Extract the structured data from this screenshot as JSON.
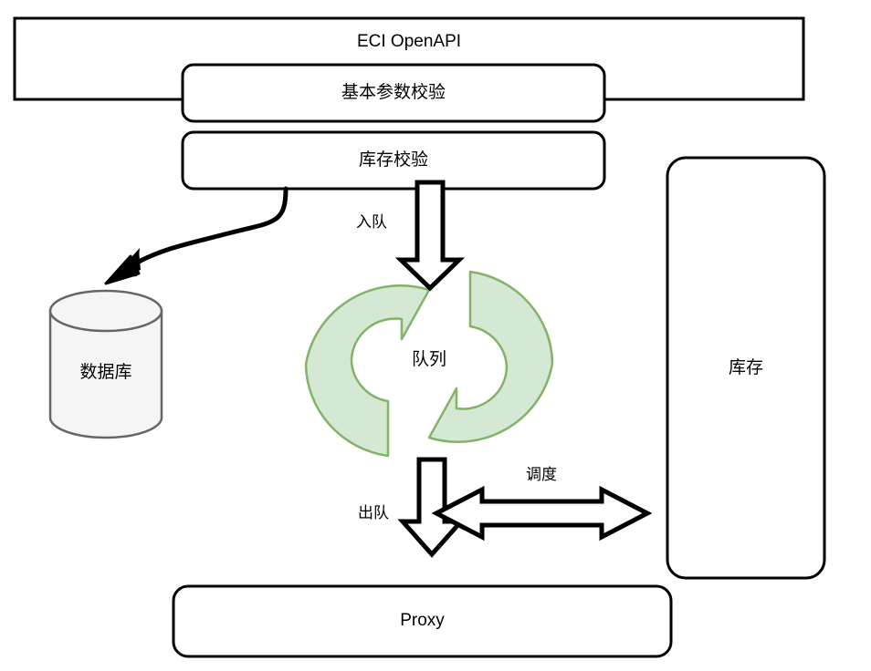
{
  "diagram": {
    "title": "ECI OpenAPI",
    "type": "flow-architecture-diagram",
    "colors": {
      "stroke": "#000000",
      "queue_fill": "#d5e8d4",
      "queue_stroke": "#82b366",
      "db_fill": "#f5f5f5",
      "db_stroke": "#666666",
      "background": "#ffffff"
    },
    "nodes": {
      "openapi": {
        "label": "ECI OpenAPI",
        "shape": "rectangle"
      },
      "param_check": {
        "label": "基本参数校验",
        "shape": "rounded-rectangle"
      },
      "stock_check": {
        "label": "库存校验",
        "shape": "rounded-rectangle"
      },
      "database": {
        "label": "数据库",
        "shape": "cylinder"
      },
      "queue": {
        "label": "队列",
        "shape": "cycle-arrows"
      },
      "stock": {
        "label": "库存",
        "shape": "rounded-rectangle"
      },
      "proxy": {
        "label": "Proxy",
        "shape": "rounded-rectangle"
      }
    },
    "edges": {
      "enqueue": {
        "label": "入队",
        "from": "stock_check",
        "to": "queue",
        "style": "block-arrow-down"
      },
      "dequeue": {
        "label": "出队",
        "from": "queue",
        "to": "proxy",
        "style": "block-arrow-down"
      },
      "schedule": {
        "label": "调度",
        "from": "dequeue",
        "to": "stock",
        "style": "block-arrow-bidirectional"
      },
      "persist": {
        "label": "",
        "from": "stock_check",
        "to": "database",
        "style": "curved-arrow"
      }
    }
  }
}
